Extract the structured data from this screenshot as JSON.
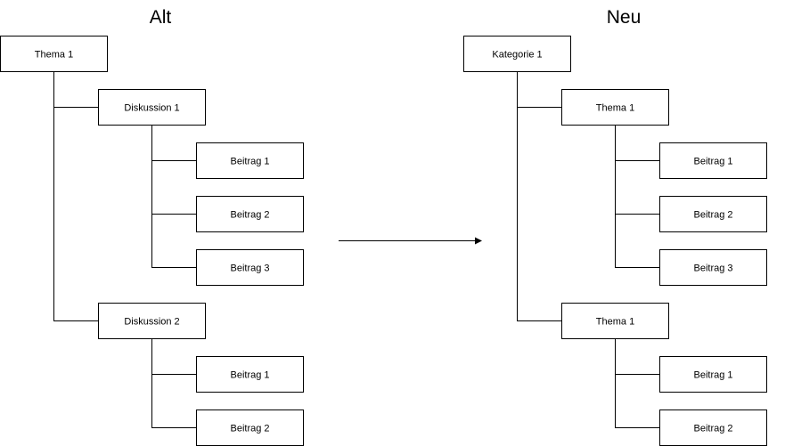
{
  "diagram": {
    "left_title": "Alt",
    "right_title": "Neu",
    "left_tree": {
      "root": "Thema 1",
      "level1": [
        "Diskussion 1",
        "Diskussion 2"
      ],
      "level2_group1": [
        "Beitrag 1",
        "Beitrag 2",
        "Beitrag 3"
      ],
      "level2_group2": [
        "Beitrag 1",
        "Beitrag 2"
      ]
    },
    "right_tree": {
      "root": "Kategorie 1",
      "level1": [
        "Thema 1",
        "Thema 1"
      ],
      "level2_group1": [
        "Beitrag 1",
        "Beitrag 2",
        "Beitrag 3"
      ],
      "level2_group2": [
        "Beitrag 1",
        "Beitrag 2"
      ]
    }
  }
}
